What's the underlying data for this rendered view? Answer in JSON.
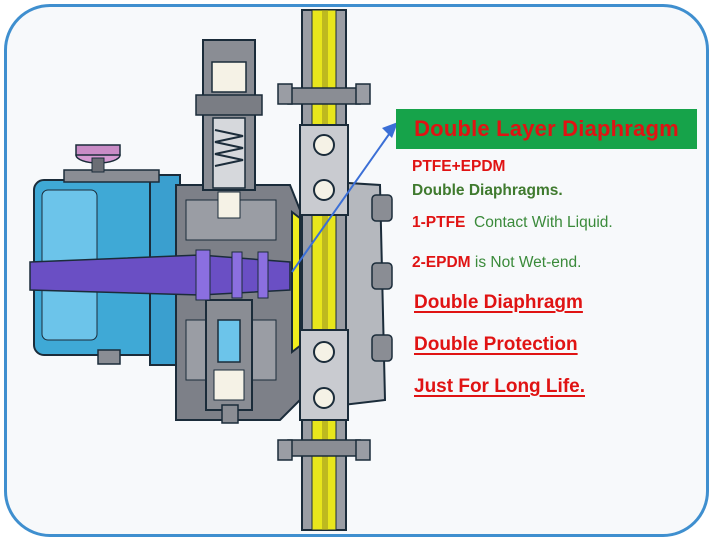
{
  "callout": {
    "title": "Double Layer Diaphragm"
  },
  "notes": {
    "material": "PTFE+EPDM",
    "double_diaphragms": "Double Diaphragms.",
    "ptfe_label": "1-PTFE",
    "ptfe_text": "Contact With Liquid.",
    "epdm_label": "2-EPDM",
    "epdm_text": "is Not Wet-end."
  },
  "highlights": [
    "Double Diaphragm",
    "Double Protection",
    "Just For Long Life."
  ],
  "colors": {
    "frame_border": "#3f8fcf",
    "title_bg": "#16a34a",
    "accent_red": "#e01313",
    "accent_green": "#3a8a3a",
    "diaphragm_yellow": "#f2ee1e",
    "pump_blue": "#3fa9d6",
    "rod_purple": "#6a4fc4",
    "body_gray": "#7d8088"
  }
}
